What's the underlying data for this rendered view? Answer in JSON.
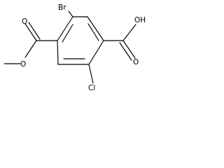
{
  "structure": {
    "atoms": {
      "br": "Br",
      "o_ester_carbonyl": "O",
      "o_ester_ether": "O",
      "oh": "OH",
      "o_acid_carbonyl": "O",
      "cl": "Cl"
    }
  }
}
